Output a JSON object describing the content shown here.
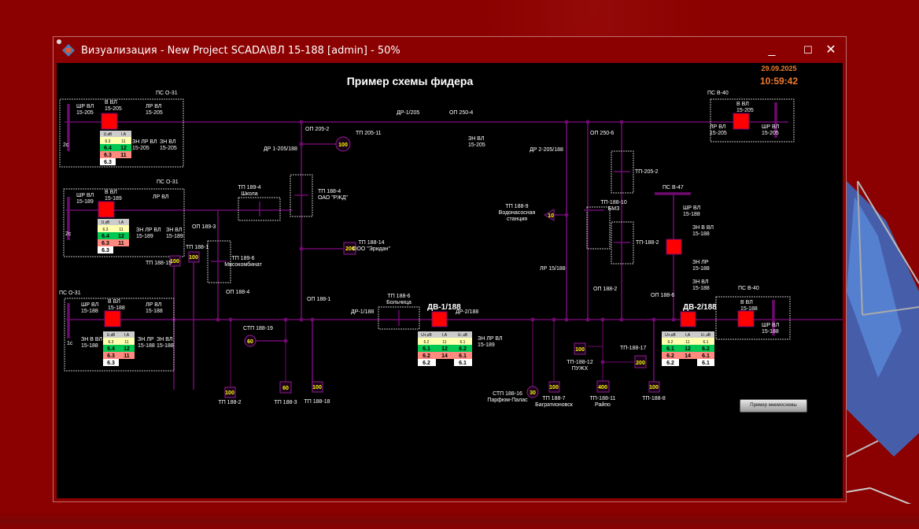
{
  "window": {
    "title": "Визуализация - New Project SCADA\\ВЛ 15-188 [admin] - 50%",
    "controls": {
      "minimize": "_",
      "maximize": "☐",
      "close": "✕"
    }
  },
  "header": {
    "title": "Пример схемы фидера",
    "date": "29.09.2025",
    "time": "10:59:42"
  },
  "colors": {
    "background": "#8b0000",
    "canvas": "#000000",
    "line": "#6f0a6f",
    "breaker": "#ff0000",
    "clock": "#f07b2e",
    "tp_value": "#ffff00"
  },
  "substations": [
    {
      "name": "ПС О-31",
      "bus": "2с",
      "sr": "ШР ВЛ\n15-205",
      "v": "В ВЛ\n15-205",
      "lr": "ЛР ВЛ\n15-205",
      "zn1": "ЗН ЛР ВЛ\n15-205",
      "zn2": "ЗН ВЛ\n15-205",
      "table": {
        "headers": [
          "U,кВ",
          "I,А"
        ],
        "rows": [
          [
            "6.3",
            "11"
          ],
          [
            "6.4",
            "12"
          ],
          [
            "6.3",
            "11"
          ],
          [
            "6.3",
            ""
          ]
        ]
      }
    },
    {
      "name": "ПС О-31",
      "bus": "2с",
      "sr": "ШР ВЛ\n15-189",
      "v": "В ВЛ\n15-189",
      "lr": "ЛР ВЛ",
      "zn1": "ЗН ЛР ВЛ\n15-189",
      "zn2": "ЗН ВЛ\n15-189",
      "table": {
        "headers": [
          "U,кВ",
          "I,А"
        ],
        "rows": [
          [
            "6.3",
            "11"
          ],
          [
            "6.4",
            "12"
          ],
          [
            "6.3",
            "11"
          ],
          [
            "6.3",
            ""
          ]
        ]
      }
    },
    {
      "name": "ПС О-31",
      "bus": "1с",
      "sr": "ШР ВЛ\n15-188",
      "v": "В ВЛ\n15-188",
      "lr": "ЛР ВЛ\n15-188",
      "zn1": "ЗН В ВЛ\n15-188",
      "zn2": "ЗН ЛР\n15-188",
      "zn3": "ЗН ВЛ\n15-188",
      "table": {
        "headers": [
          "U,кВ",
          "I,А"
        ],
        "rows": [
          [
            "6.3",
            "11"
          ],
          [
            "6.4",
            "12"
          ],
          [
            "6.3",
            "11"
          ],
          [
            "6.3",
            ""
          ]
        ]
      }
    },
    {
      "name": "ПС В-40",
      "v": "В ВЛ\n15-205",
      "lr": "ЛР ВЛ\n15-205",
      "sr": "ШР ВЛ\n15-205"
    },
    {
      "name": "ПС В-40",
      "v": "В ВЛ\n15-188",
      "sr": "ШР ВЛ\n15-188"
    },
    {
      "name": "ПС В-47",
      "sr": "ШР ВЛ\n15-188",
      "zn1": "ЗН В ВЛ\n15-188",
      "zn2": "ЗН ЛР\n15-188",
      "zn3": "ЗН ВЛ\n15-188"
    }
  ],
  "dv_points": [
    {
      "name": "ДВ-1/188",
      "table": {
        "headers": [
          "U+,кВ",
          "I,А",
          "U-,кВ"
        ],
        "rows": [
          [
            "6.2",
            "11",
            "6.1"
          ],
          [
            "6.1",
            "12",
            "6.2"
          ],
          [
            "6.2",
            "14",
            "6.1"
          ],
          [
            "6.2",
            "",
            "6.1"
          ]
        ]
      }
    },
    {
      "name": "ДВ-2/188",
      "table": {
        "headers": [
          "U+,кВ",
          "I,А",
          "U-,кВ"
        ],
        "rows": [
          [
            "6.2",
            "11",
            "6.1"
          ],
          [
            "6.1",
            "12",
            "6.2"
          ],
          [
            "6.2",
            "14",
            "6.1"
          ],
          [
            "6.2",
            "",
            "6.1"
          ]
        ]
      }
    }
  ],
  "labels": {
    "dr1_205": "ДР-1/205",
    "op250_4": "ОП 250-4",
    "zn_vl_205": "ЗН ВЛ\n15-205",
    "op205_2": "ОП 205-2",
    "tp205_11": "ТП 205-11",
    "dr1_205_188": "ДР 1-205/188",
    "dr2_205_188": "ДР 2-205/188",
    "op250_6": "ОП 250-6",
    "tp205_2": "ТП-205-2",
    "tp189_4": "ТП 189-4\nШкола",
    "tp188_4": "ТП 188-4\nОАО \"РЖД\"",
    "tp188_9": "ТП 188-9\nВодонасосная\nстанция",
    "tp188_10": "ТП-188-10\nБМЗ",
    "tp188_2r": "ТП-188-2",
    "op189_3": "ОП 189-3",
    "tp188_1": "ТП 188-1",
    "tp188_15": "ТП 188-15",
    "tp189_6": "ТП 189-6\nМясокомбинат",
    "tp188_14": "ТП 188-14\nООО \"Эридан\"",
    "op188_4": "ОП 188-4",
    "op188_1": "ОП 188-1",
    "lr15_188": "ЛР 15/188",
    "op188_2": "ОП 188-2",
    "op188_6": "ОП 188-6",
    "dr1_188": "ДР-1/188",
    "tp188_6": "ТП 188-6\nБольница",
    "dr2_188": "ДР-2/188",
    "zn_lr_189": "ЗН ЛР ВЛ\n15-189",
    "stp188_19": "СТП 188-19",
    "tp188_2": "ТП 188-2",
    "tp188_3": "ТП 188-3",
    "tp188_18": "ТП 188-18",
    "stp188_16": "СТП 188-16\nПарфюм-Палас",
    "tp188_7": "ТП 188-7\nБагратионовск",
    "tp188_12": "ТП-188-12\nПУЖХ",
    "tp188_11": "ТП-188-11\nРайпо",
    "tp188_17": "ТП-188-17",
    "tp188_8": "ТП-188-8"
  },
  "tp_values": {
    "tp205_11": "100",
    "tp188_14": "200",
    "tp188_9": "10",
    "tp188_15": "100",
    "tp188_1": "100",
    "stp188_19": "60",
    "tp188_2": "100",
    "tp188_3": "60",
    "tp188_18": "100",
    "stp188_16": "30",
    "tp188_7": "100",
    "tp188_12": "100",
    "tp188_11": "400",
    "tp188_17": "200",
    "tp188_8": "100"
  },
  "buttons": {
    "mnemo": "Пример мнемосхемы"
  }
}
